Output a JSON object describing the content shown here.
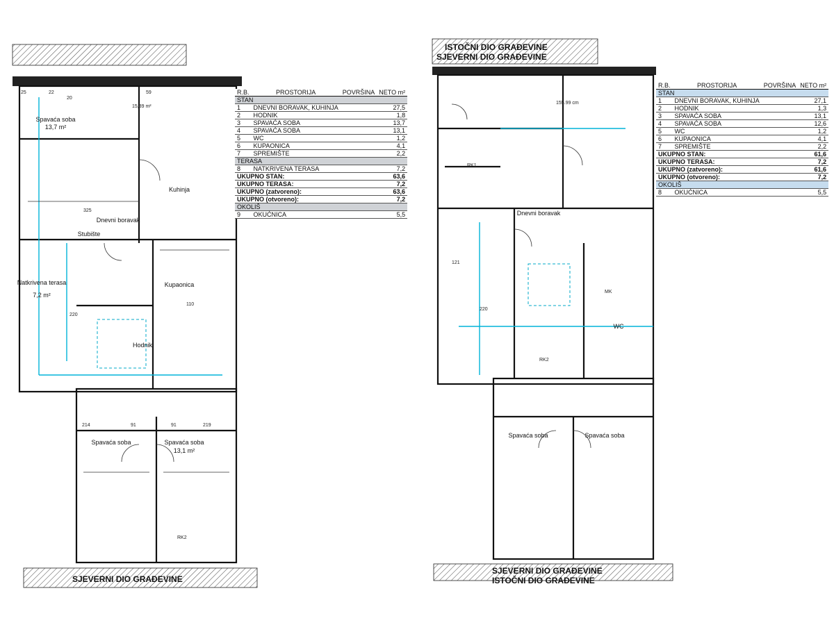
{
  "titles": {
    "top_left": "",
    "top_right_1": "ISTOČNI DIO GRAĐEVINE",
    "top_right_2": "SJEVERNI DIO GRAĐEVINE",
    "bottom_left": "SJEVERNI DIO GRAĐEVINE",
    "bottom_right_1": "SJEVERNI DIO GRAĐEVINE",
    "bottom_right_2": "ISTOČNI DIO GRAĐEVINE"
  },
  "rooms_left": {
    "bedroom": "Spavaća soba",
    "bedroom_area": "13,7 m²",
    "kitchen": "Kuhinja",
    "corridor": "Dnevni boravak",
    "bath": "Kupaonica",
    "terrace": "Natkrivena terasa",
    "terrace_area": "7,2 m²",
    "stairs": "Stubište",
    "sleeping1": "Spavaća soba",
    "sleeping2": "Spavaća soba",
    "sleeping_area": "13,1 m²",
    "hall": "Hodnik",
    "dim_window": "15,39 m²",
    "rk": "RK2"
  },
  "rooms_right": {
    "living": "Dnevni boravak",
    "sleeping1": "Spavaća soba",
    "sleeping2": "Spavaća soba",
    "wc": "WC",
    "rk1": "RK1",
    "rk2": "RK2",
    "mk": "MK"
  },
  "table1": {
    "head": [
      "R.B.",
      "PROSTORIJA",
      "POVRŠINA",
      "NETO m²"
    ],
    "sections": [
      {
        "label": "STAN",
        "rows": [
          [
            "1",
            "DNEVNI BORAVAK, KUHINJA",
            "",
            "27,5"
          ],
          [
            "2",
            "HODNIK",
            "",
            "1,8"
          ],
          [
            "3",
            "SPAVAĆA SOBA",
            "",
            "13,7"
          ],
          [
            "4",
            "SPAVAĆA SOBA",
            "",
            "13,1"
          ],
          [
            "5",
            "WC",
            "",
            "1,2"
          ],
          [
            "6",
            "KUPAONICA",
            "",
            "4,1"
          ],
          [
            "7",
            "SPREMIŠTE",
            "",
            "2,2"
          ]
        ]
      },
      {
        "label": "TERASA",
        "rows": [
          [
            "8",
            "NATKRIVENA TERASA",
            "",
            "7,2"
          ]
        ]
      }
    ],
    "totals": [
      [
        "UKUPNO STAN:",
        "63,6"
      ],
      [
        "UKUPNO TERASA:",
        "7,2"
      ],
      [
        "UKUPNO (zatvoreno):",
        "63,6"
      ],
      [
        "UKUPNO (otvoreno):",
        "7,2"
      ]
    ],
    "extra_section": "OKOLIŠ",
    "extra_rows": [
      [
        "9",
        "OKUĆNICA",
        "",
        "5,5"
      ]
    ]
  },
  "table2": {
    "head": [
      "R.B.",
      "PROSTORIJA",
      "POVRŠINA",
      "NETO m²"
    ],
    "sections": [
      {
        "label": "STAN",
        "rows": [
          [
            "1",
            "DNEVNI BORAVAK, KUHINJA",
            "",
            "27,1"
          ],
          [
            "2",
            "HODNIK",
            "",
            "1,3"
          ],
          [
            "3",
            "SPAVAĆA SOBA",
            "",
            "13,1"
          ],
          [
            "4",
            "SPAVAĆA SOBA",
            "",
            "12,6"
          ],
          [
            "5",
            "WC",
            "",
            "1,2"
          ],
          [
            "6",
            "KUPAONICA",
            "",
            "4,1"
          ],
          [
            "7",
            "SPREMIŠTE",
            "",
            "2,2"
          ]
        ]
      }
    ],
    "totals": [
      [
        "UKUPNO STAN:",
        "61,6"
      ],
      [
        "UKUPNO TERASA:",
        "7,2"
      ],
      [
        "UKUPNO (zatvoreno):",
        "61,6"
      ],
      [
        "UKUPNO (otvoreno):",
        "7,2"
      ]
    ],
    "extra_section": "OKOLIŠ",
    "extra_rows": [
      [
        "8",
        "OKUĆNICA",
        "",
        "5,5"
      ]
    ]
  }
}
